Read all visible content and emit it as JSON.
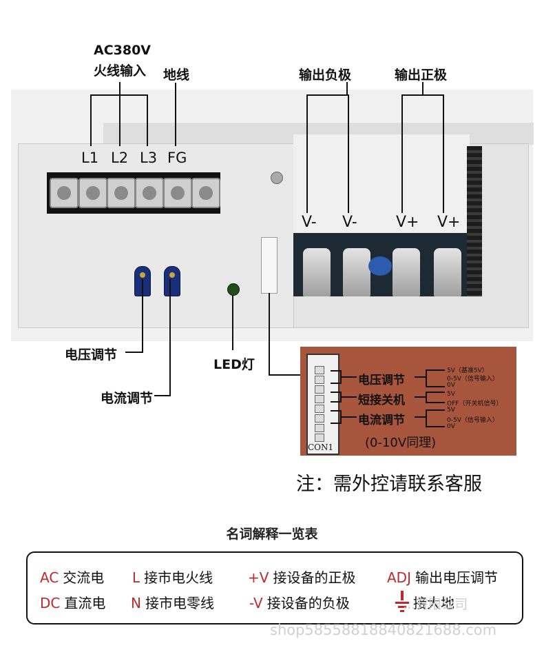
{
  "top_labels": {
    "ac_input_line1": "AC380V",
    "ac_input_line2": "火线输入",
    "ground": "地线",
    "output_negative": "输出负极",
    "output_positive": "输出正极"
  },
  "terminals": [
    "L1",
    "L2",
    "L3",
    "FG"
  ],
  "outputs": [
    "V-",
    "V-",
    "V+",
    "V+"
  ],
  "callouts": {
    "voltage_adjust": "电压调节",
    "current_adjust": "电流调节",
    "led": "LED灯"
  },
  "connector_detail": {
    "label": "CON1",
    "functions": [
      "电压调节",
      "短接关机",
      "电流调节"
    ],
    "pins": [
      "5V（基准5V）",
      "0-5V（信号输入）",
      "0V",
      "5V",
      "OFF（开关机信号）",
      "5V",
      "0-5V（信号输入）",
      "0V"
    ],
    "range_note": "(0-10V同理)"
  },
  "note": "注：需外控请联系客服",
  "glossary": {
    "title": "名词解释一览表",
    "items": [
      {
        "key": "AC",
        "value": "交流电"
      },
      {
        "key": "L",
        "value": "接市电火线"
      },
      {
        "key": "+V",
        "value": "接设备的正极"
      },
      {
        "key": "ADJ",
        "value": "输出电压调节"
      },
      {
        "key": "DC",
        "value": "直流电"
      },
      {
        "key": "N",
        "value": "接市电零线"
      },
      {
        "key": "-V",
        "value": "接设备的负极"
      },
      {
        "key": "",
        "value": "接大地"
      }
    ]
  },
  "watermark": {
    "shop": "shop58558818840821688.com",
    "company": "...有限公司"
  },
  "colors": {
    "detail_bg": "#a8553d",
    "glossary_key": "#c0282c",
    "knob": "#1a2f7a"
  }
}
